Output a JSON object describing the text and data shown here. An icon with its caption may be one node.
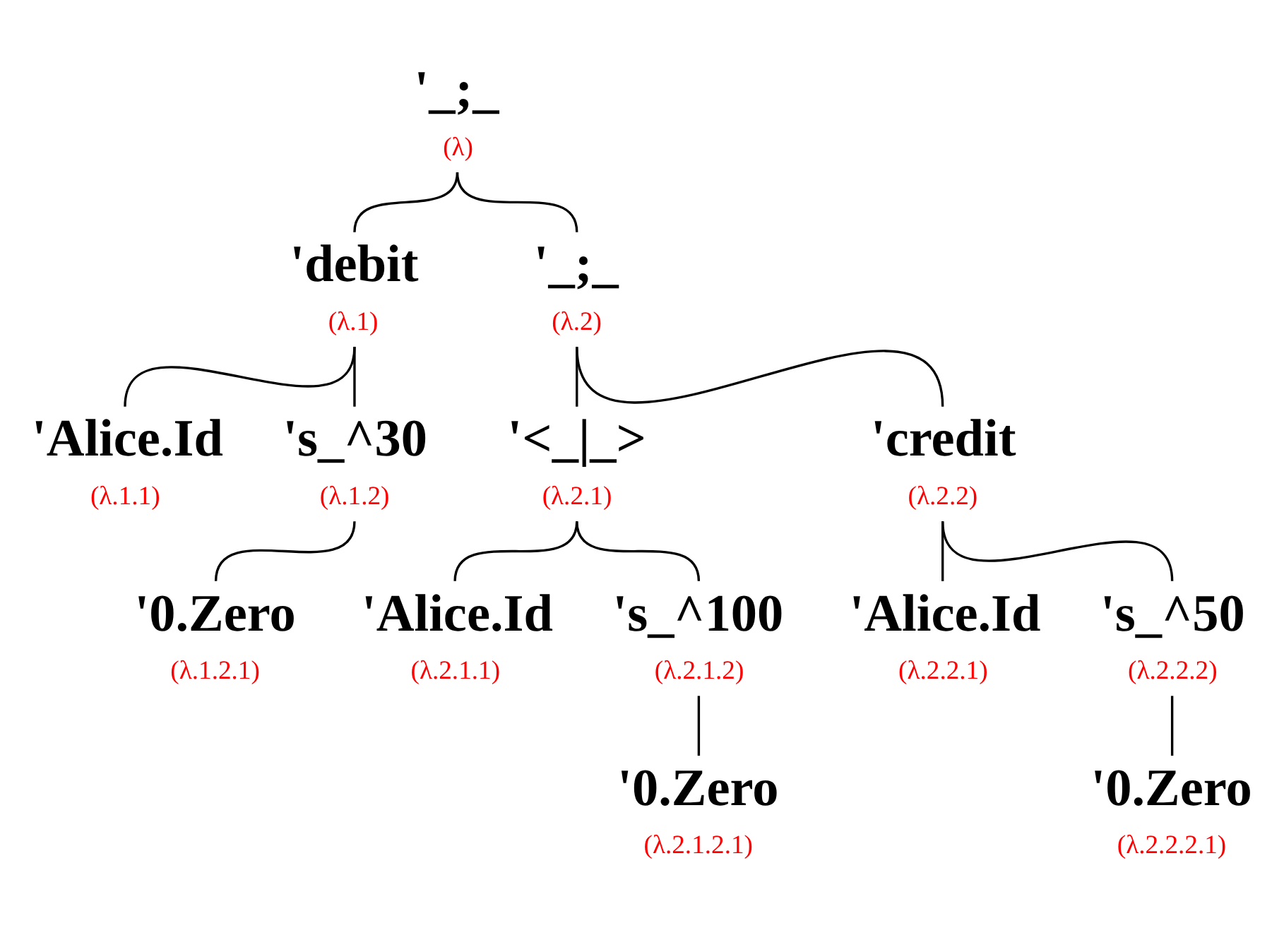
{
  "diagram": {
    "nodes": [
      {
        "text": [
          "'_;_",
          "(λ)"
        ]
      },
      {
        "text": [
          "'debit",
          "(λ.1)"
        ]
      },
      {
        "text": [
          "'Alice.Id",
          "(λ.1.1)"
        ]
      },
      {
        "text": [
          "'s_^30",
          "(λ.1.2)"
        ]
      },
      {
        "text": [
          "'0.Zero",
          "(λ.1.2.1)"
        ]
      },
      {
        "text": [
          "'_;_",
          "(λ.2)"
        ]
      },
      {
        "text": [
          "'<_|_>",
          "(λ.2.1)"
        ]
      },
      {
        "text": [
          "'Alice.Id",
          "(λ.2.1.1)"
        ]
      },
      {
        "text": [
          "'s_^100",
          "(λ.2.1.2)"
        ]
      },
      {
        "text": [
          "'0.Zero",
          "(λ.2.1.2.1)"
        ]
      },
      {
        "text": [
          "'credit",
          "(λ.2.2)"
        ]
      },
      {
        "text": [
          "'Alice.Id",
          "(λ.2.2.1)"
        ]
      },
      {
        "text": [
          "'s_^50",
          "(λ.2.2.2)"
        ]
      },
      {
        "text": [
          "'0.Zero",
          "(λ.2.2.2.1)"
        ]
      }
    ],
    "edges": [
      {
        "from": 0,
        "to": 1,
        "arrow": "none"
      },
      {
        "from": 0,
        "to": 5,
        "arrow": "none"
      },
      {
        "from": 1,
        "to": 2,
        "arrow": "none"
      },
      {
        "from": 1,
        "to": 3,
        "arrow": "none"
      },
      {
        "from": 3,
        "to": 4,
        "arrow": "none"
      },
      {
        "from": 5,
        "to": 6,
        "arrow": "none"
      },
      {
        "from": 5,
        "to": 10,
        "arrow": "none"
      },
      {
        "from": 6,
        "to": 7,
        "arrow": "none"
      },
      {
        "from": 6,
        "to": 8,
        "arrow": "none"
      },
      {
        "from": 8,
        "to": 9,
        "arrow": "none"
      },
      {
        "from": 10,
        "to": 11,
        "arrow": "none"
      },
      {
        "from": 10,
        "to": 12,
        "arrow": "none"
      },
      {
        "from": 12,
        "to": 13,
        "arrow": "none"
      }
    ]
  }
}
